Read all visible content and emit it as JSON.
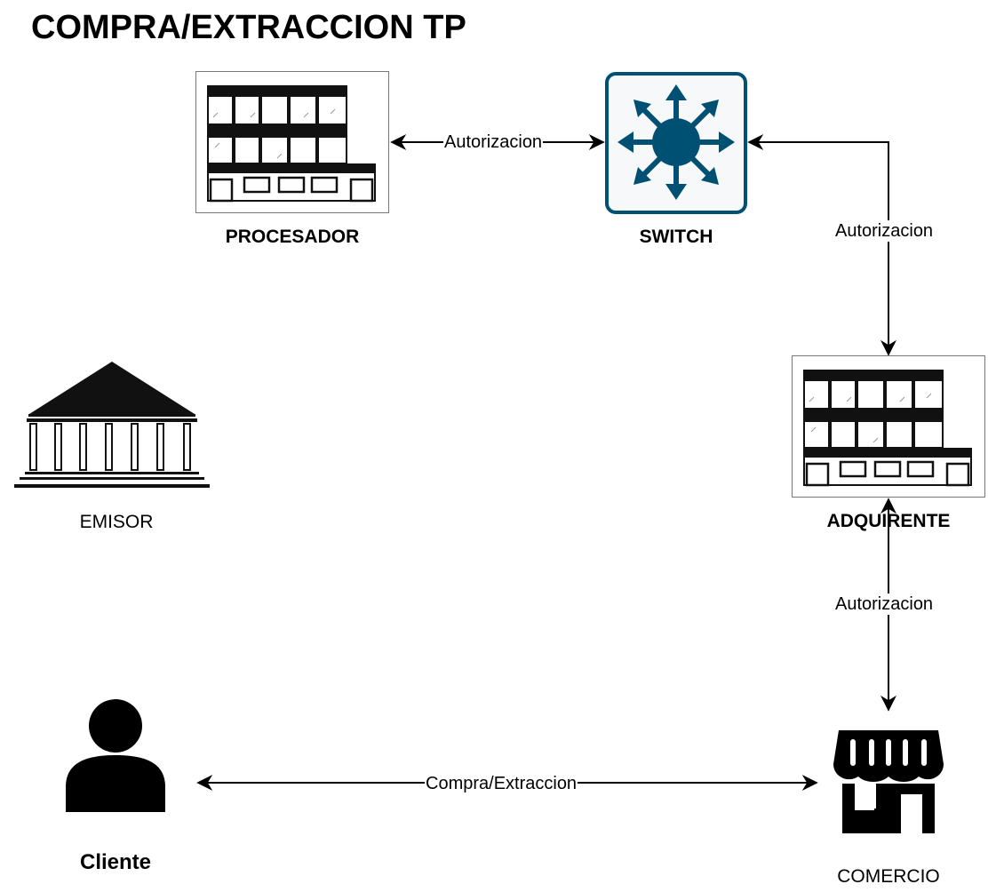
{
  "title": "COMPRA/EXTRACCION TP",
  "nodes": {
    "procesador": "PROCESADOR",
    "switch": "SWITCH",
    "emisor": "EMISOR",
    "adquirente": "ADQUIRENTE",
    "cliente": "Cliente",
    "comercio": "COMERCIO"
  },
  "edges": {
    "procesador_switch": "Autorizacion",
    "switch_adquirente": "Autorizacion",
    "adquirente_comercio": "Autorizacion",
    "cliente_comercio": "Compra/Extraccion"
  },
  "colors": {
    "switch_fill": "#005073",
    "switch_bg": "#f7f8f9",
    "line": "#000000"
  },
  "icons": {
    "procesador": "building-icon",
    "switch": "network-switch-icon",
    "emisor": "bank-icon",
    "adquirente": "building-icon",
    "cliente": "person-icon",
    "comercio": "store-icon"
  }
}
